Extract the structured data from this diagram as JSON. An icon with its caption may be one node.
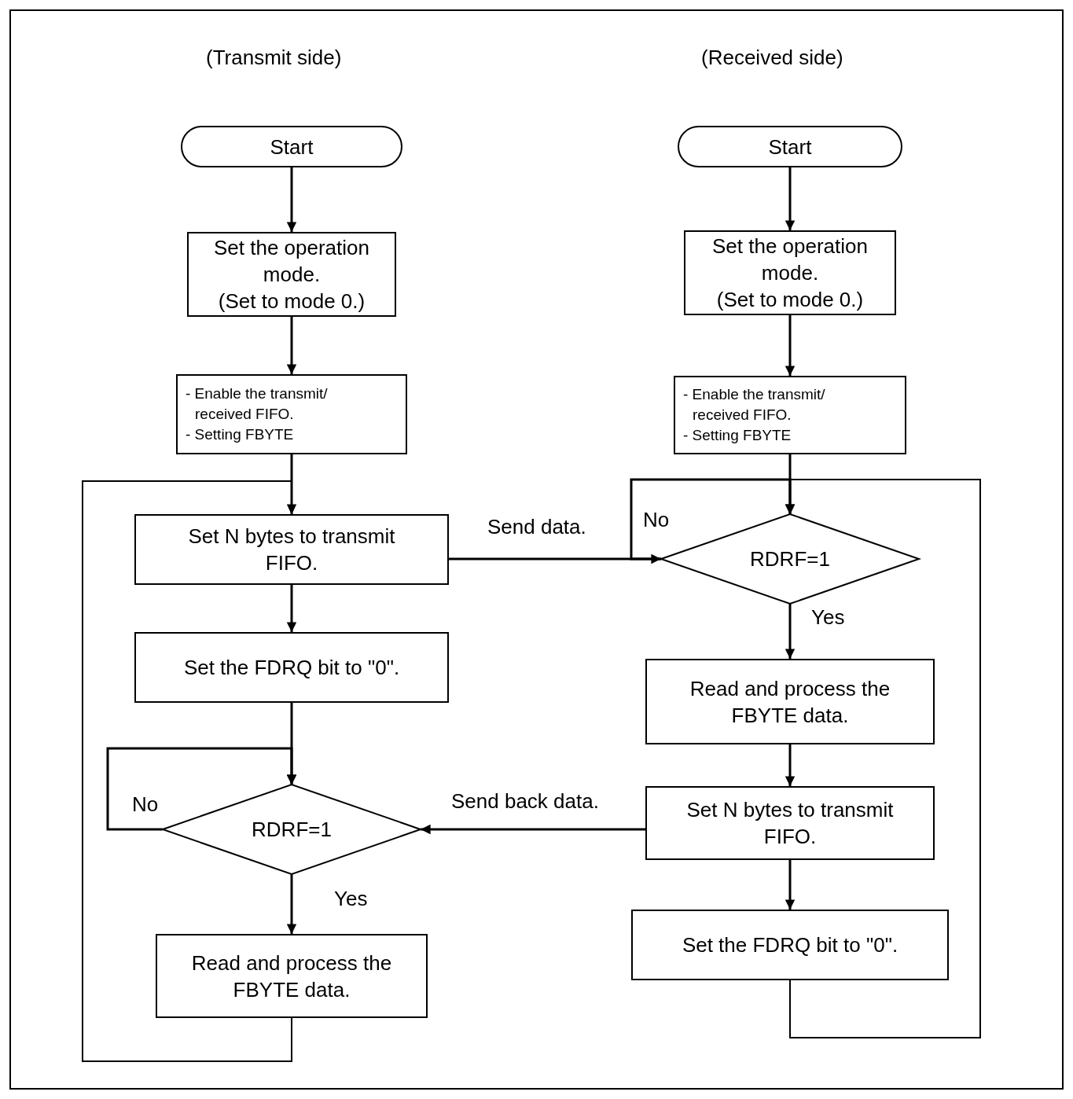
{
  "diagram": {
    "nodes": [
      {
        "text": [
          "Start"
        ]
      },
      {
        "text": [
          "Set the operation mode.",
          "(Set to mode 0.)"
        ]
      },
      {
        "text": [
          "- Enable the transmit/ received FIFO.",
          "- Setting FBYTE"
        ]
      },
      {
        "text": [
          "Set N bytes to transmit FIFO."
        ]
      },
      {
        "text": [
          "Set the FDRQ bit to \"0\"."
        ]
      },
      {
        "text": [
          "RDRF=1"
        ]
      },
      {
        "text": [
          "Read and process the FBYTE data."
        ]
      },
      {
        "text": [
          "Start"
        ]
      },
      {
        "text": [
          "Set the operation mode.",
          "(Set to mode 0.)"
        ]
      },
      {
        "text": [
          "- Enable the transmit/ received FIFO.",
          "- Setting FBYTE"
        ]
      },
      {
        "text": [
          "RDRF=1"
        ]
      },
      {
        "text": [
          "Read and process the FBYTE data."
        ]
      },
      {
        "text": [
          "Set N bytes to transmit FIFO."
        ]
      },
      {
        "text": [
          "Set the FDRQ bit to \"0\"."
        ]
      }
    ],
    "edges": [
      {
        "from": 0,
        "to": 1,
        "arrow": "to"
      },
      {
        "from": 1,
        "to": 2,
        "arrow": "to"
      },
      {
        "from": 2,
        "to": 3,
        "arrow": "to"
      },
      {
        "from": 3,
        "to": 4,
        "arrow": "to"
      },
      {
        "from": 4,
        "to": 5,
        "arrow": "to"
      },
      {
        "from": 5,
        "to": 5,
        "label": "No",
        "arrow": "to"
      },
      {
        "from": 5,
        "to": 6,
        "label": "Yes",
        "arrow": "to"
      },
      {
        "from": 6,
        "to": 3,
        "arrow": "to"
      },
      {
        "from": 7,
        "to": 8,
        "arrow": "to"
      },
      {
        "from": 8,
        "to": 9,
        "arrow": "to"
      },
      {
        "from": 9,
        "to": 10,
        "arrow": "to"
      },
      {
        "from": 10,
        "to": 10,
        "label": "No",
        "arrow": "to"
      },
      {
        "from": 10,
        "to": 11,
        "label": "Yes",
        "arrow": "to"
      },
      {
        "from": 11,
        "to": 12,
        "arrow": "to"
      },
      {
        "from": 12,
        "to": 13,
        "arrow": "to"
      },
      {
        "from": 13,
        "to": 10,
        "arrow": "to"
      },
      {
        "from": 3,
        "to": 10,
        "label": "Send data.",
        "arrow": "to"
      },
      {
        "from": 12,
        "to": 5,
        "label": "Send back data.",
        "arrow": "to"
      }
    ],
    "labels": [
      "(Transmit side)",
      "(Received side)"
    ]
  }
}
